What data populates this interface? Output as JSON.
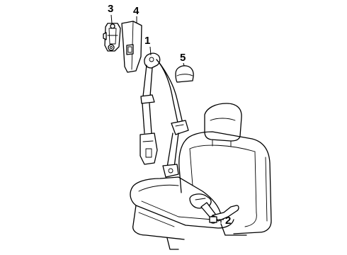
{
  "diagram": {
    "callouts": [
      {
        "id": "1",
        "label": "1",
        "part": "seat-belt-assembly"
      },
      {
        "id": "2",
        "label": "2",
        "part": "buckle-bolt"
      },
      {
        "id": "3",
        "label": "3",
        "part": "height-adjuster"
      },
      {
        "id": "4",
        "label": "4",
        "part": "pillar-trim-cover"
      },
      {
        "id": "5",
        "label": "5",
        "part": "anchor-cover"
      }
    ]
  }
}
